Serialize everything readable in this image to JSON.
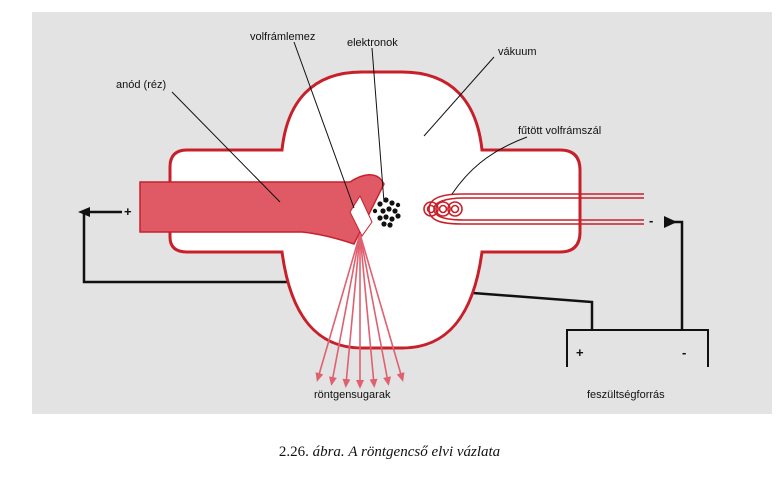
{
  "labels": {
    "anode": "anód (réz)",
    "tungsten_plate": "volfrámlemez",
    "electrons": "elektronok",
    "vacuum": "vákuum",
    "filament": "fűtött volfrámszál",
    "xrays": "röntgensugarak",
    "power_source": "feszültségforrás"
  },
  "signs": {
    "anode_plus": "+",
    "cathode_minus": "-",
    "source_plus": "+",
    "source_minus": "-"
  },
  "caption": {
    "number": "2.26.",
    "abra": "ábra.",
    "title": "A röntgencső elvi vázlata"
  },
  "colors": {
    "panel": "#e3e3e3",
    "tube_outline": "#c8202a",
    "anode_fill": "#e05a66",
    "xray": "#e06070",
    "wire": "#111111"
  }
}
